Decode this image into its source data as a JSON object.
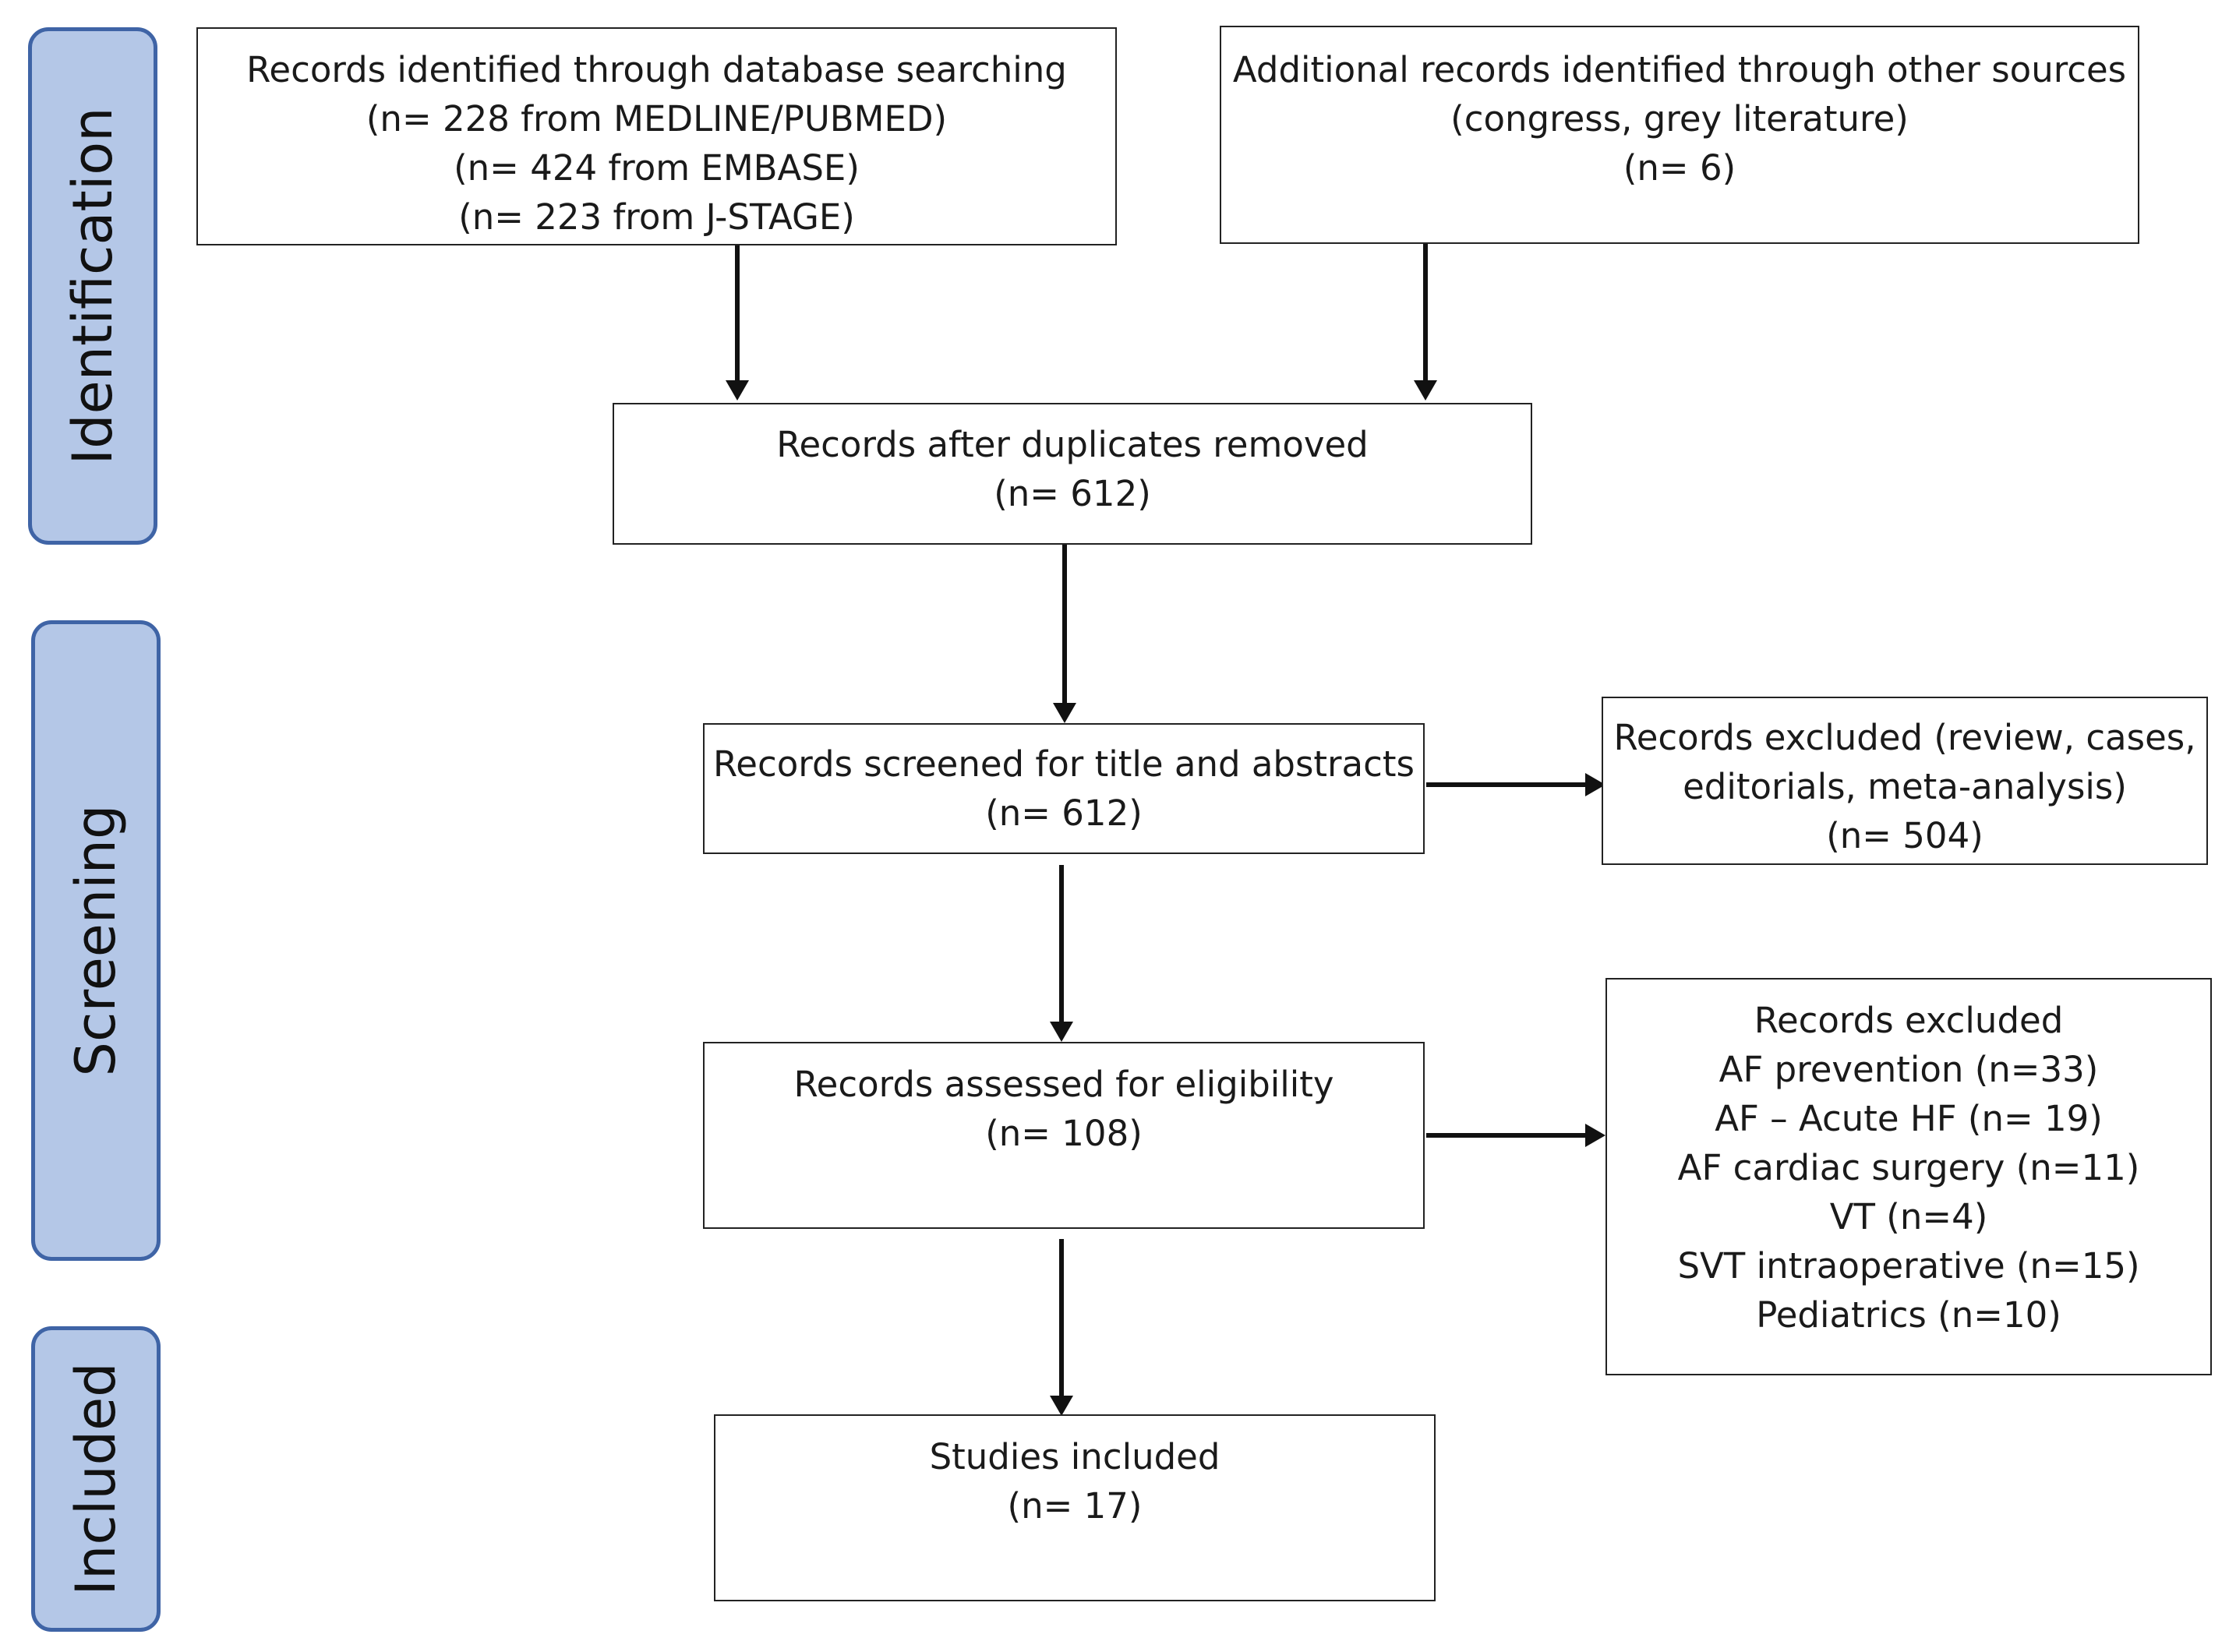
{
  "stages": [
    {
      "id": "identification",
      "label": "Identification"
    },
    {
      "id": "screening",
      "label": "Screening"
    },
    {
      "id": "included",
      "label": "Included"
    }
  ],
  "boxes": {
    "database_search": [
      "Records identified through database searching",
      "(n= 228 from MEDLINE/PUBMED)",
      "(n= 424 from EMBASE)",
      "(n= 223 from J-STAGE)"
    ],
    "other_sources": [
      "Additional records identified through other sources",
      "(congress, grey literature)",
      "(n= 6)"
    ],
    "duplicates_removed": [
      "Records after duplicates removed",
      "(n= 612)"
    ],
    "screened": [
      "Records screened for title and abstracts",
      "(n= 612)"
    ],
    "excluded_screening": [
      "Records excluded (review, cases,",
      "editorials, meta-analysis)",
      "(n= 504)"
    ],
    "eligibility": [
      "Records assessed for eligibility",
      "(n= 108)"
    ],
    "excluded_eligibility": [
      "Records excluded",
      "AF prevention (n=33)",
      "AF – Acute HF (n= 19)",
      "AF cardiac surgery (n=11)",
      "VT (n=4)",
      "SVT intraoperative (n=15)",
      "Pediatrics (n=10)"
    ],
    "included": [
      "Studies included",
      "(n= 17)"
    ]
  }
}
